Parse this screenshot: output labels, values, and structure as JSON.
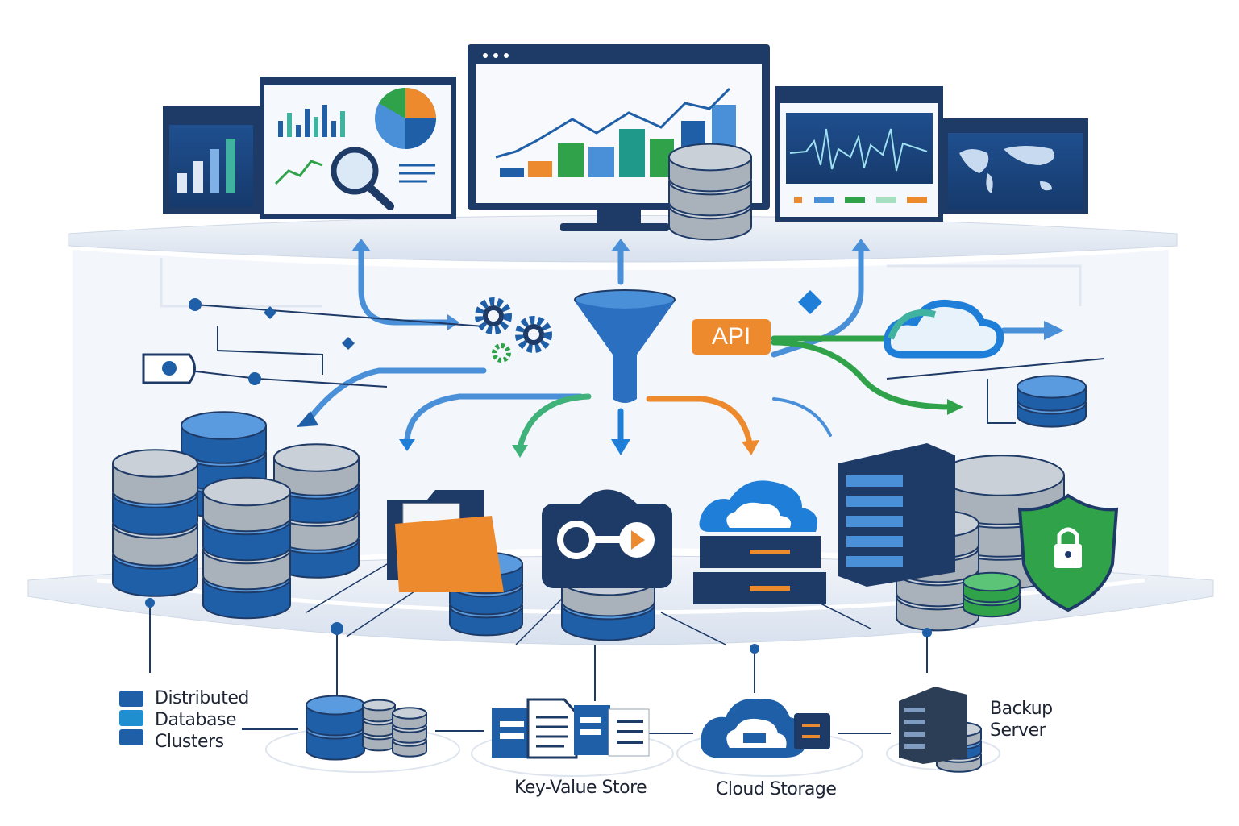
{
  "diagram": {
    "api_badge": "API",
    "labels": {
      "distributed_db": [
        "Distributed",
        "Database",
        "Clusters"
      ],
      "key_value_store": "Key-Value Store",
      "cloud_storage": "Cloud Storage",
      "backup_server": [
        "Backup",
        "Server"
      ]
    },
    "icons": [
      "dashboard-monitor-icon",
      "bar-chart-icon",
      "pie-chart-icon",
      "magnifier-icon",
      "line-chart-icon",
      "waveform-icon",
      "world-map-icon",
      "gear-icon",
      "funnel-icon",
      "cloud-icon",
      "database-icon",
      "folder-icon",
      "key-icon",
      "server-rack-icon",
      "shield-lock-icon",
      "document-icon"
    ],
    "colors": {
      "primary_blue": "#1f5fa8",
      "light_blue": "#4a90d9",
      "orange": "#ee8a2e",
      "green": "#2fa24a",
      "gray": "#a9b1bb",
      "navy": "#1e3a66"
    }
  }
}
